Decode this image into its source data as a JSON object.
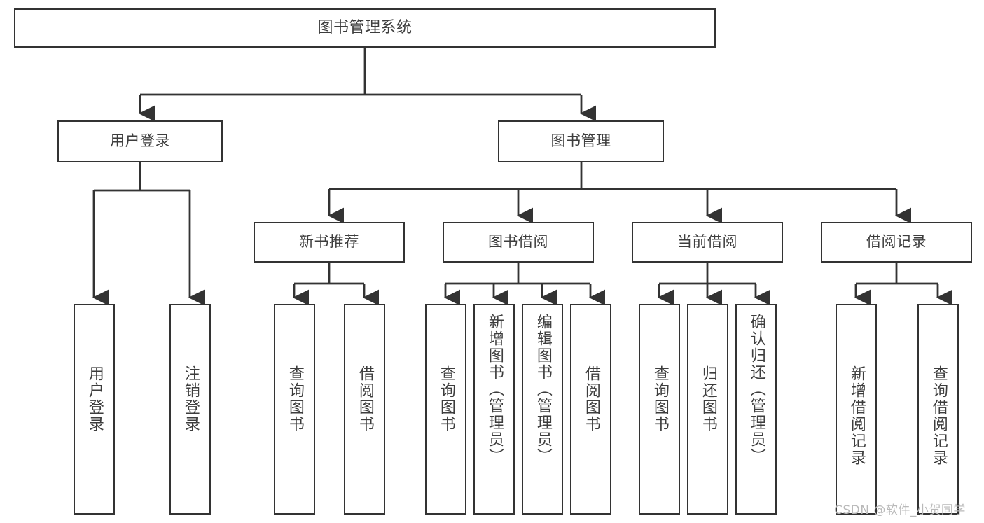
{
  "diagram": {
    "title": "图书管理系统",
    "type": "hierarchy-tree",
    "watermark": "CSDN @软件_小贺同学",
    "colors": {
      "border": "#333333",
      "fill": "#FFFFFF",
      "text": "#3D3D3D",
      "watermark": "#B9B9B9",
      "background": "#FFFFFF"
    },
    "levels": {
      "root": "图书管理系统",
      "level2": [
        "用户登录",
        "图书管理"
      ],
      "level3": [
        "新书推荐",
        "图书借阅",
        "当前借阅",
        "借阅记录"
      ]
    },
    "nodes": {
      "root": {
        "label": "图书管理系统"
      },
      "user_login": {
        "label": "用户登录"
      },
      "book_manage": {
        "label": "图书管理"
      },
      "new_book_rec": {
        "label": "新书推荐"
      },
      "book_borrow": {
        "label": "图书借阅"
      },
      "current_borrow": {
        "label": "当前借阅"
      },
      "borrow_record": {
        "label": "借阅记录"
      },
      "leaf_1": {
        "label": "用户登录"
      },
      "leaf_2": {
        "label": "注销登录"
      },
      "leaf_3": {
        "label": "查询图书"
      },
      "leaf_4": {
        "label": "借阅图书"
      },
      "leaf_5": {
        "label": "查询图书"
      },
      "leaf_6": {
        "label": "新增图书（管理员）"
      },
      "leaf_7": {
        "label": "编辑图书（管理员）"
      },
      "leaf_8": {
        "label": "借阅图书"
      },
      "leaf_9": {
        "label": "查询图书"
      },
      "leaf_10": {
        "label": "归还图书"
      },
      "leaf_11": {
        "label": "确认归还（管理员）"
      },
      "leaf_12": {
        "label": "新增借阅记录"
      },
      "leaf_13": {
        "label": "查询借阅记录"
      }
    }
  }
}
